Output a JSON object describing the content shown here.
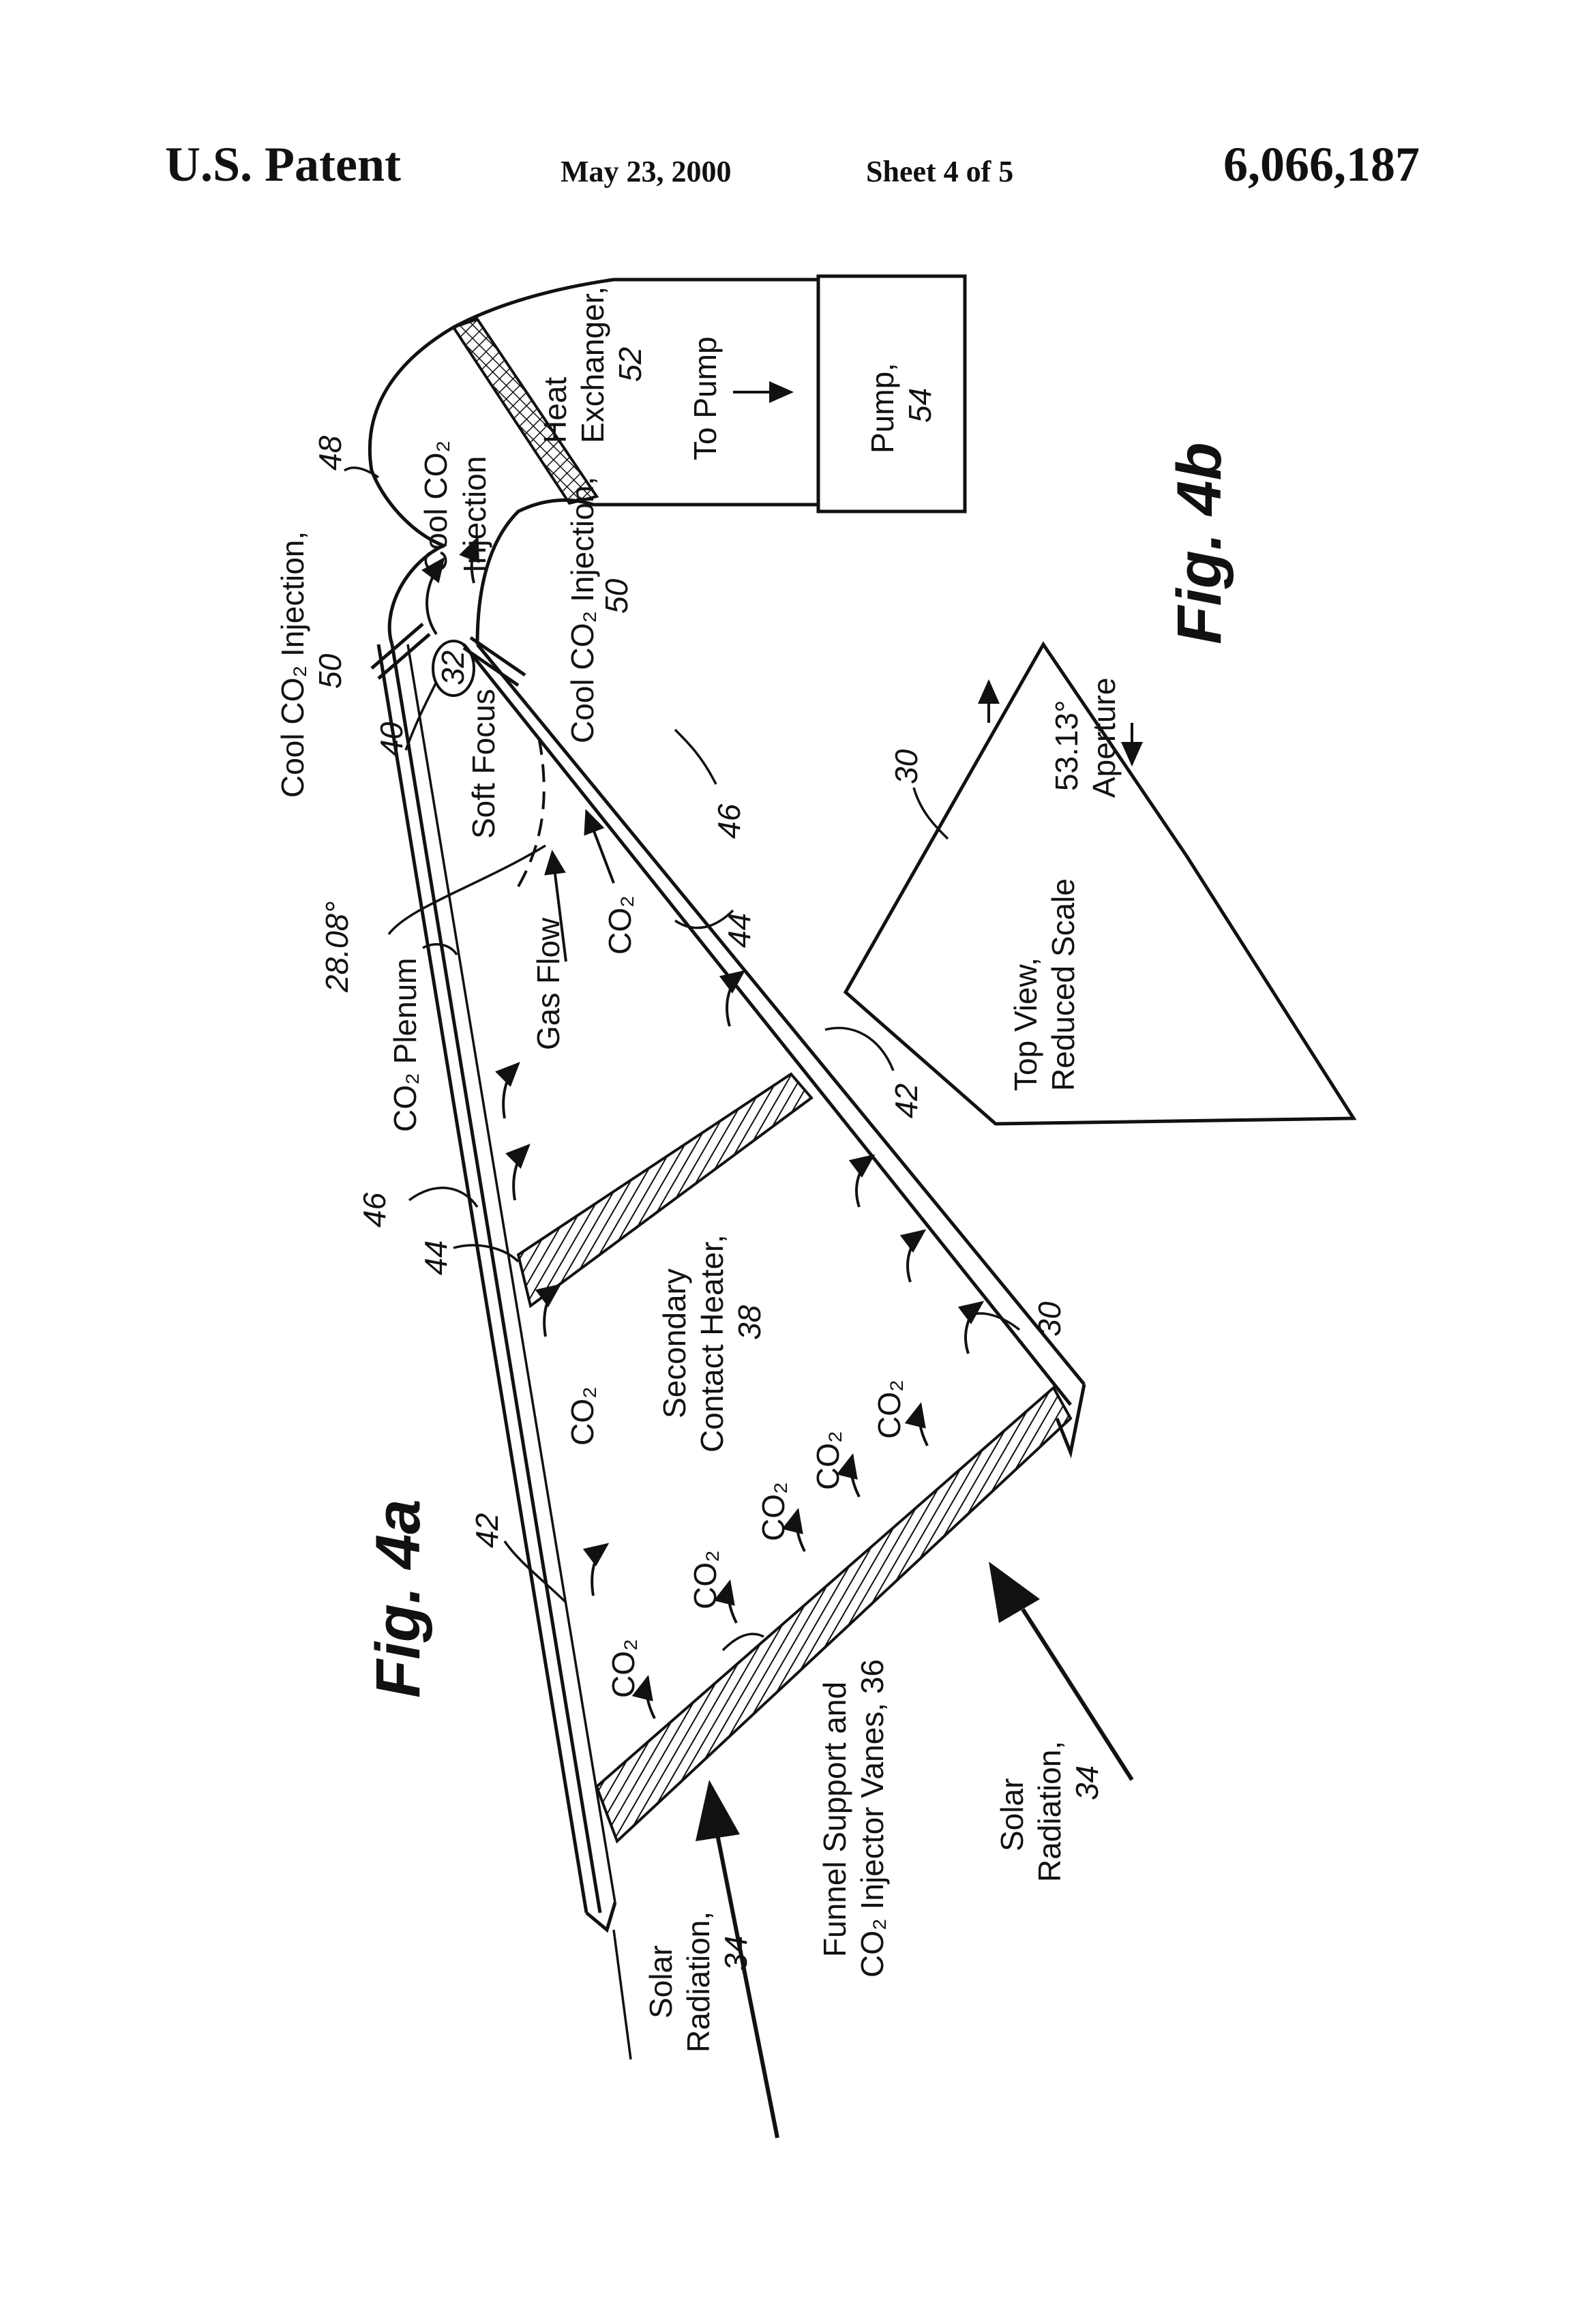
{
  "header": {
    "left": "U.S. Patent",
    "date": "May 23, 2000",
    "sheet": "Sheet 4 of 5",
    "number": "6,066,187"
  },
  "figure": {
    "fig4a": "Fig. 4a",
    "fig4b": "Fig. 4b",
    "labels": {
      "cool_co2_injection": "Cool CO₂ Injection,",
      "cool_co2_injection_center_1": "Cool CO₂",
      "cool_co2_injection_center_2": "Injection",
      "heat_exchanger_1": "Heat",
      "heat_exchanger_2": "Exchanger,",
      "to_pump": "To Pump",
      "pump": "Pump,",
      "soft_focus": "Soft Focus",
      "angle_2808": "28.08°",
      "co2_plenum": "CO₂ Plenum",
      "gas_flow": "Gas Flow",
      "co2": "CO₂",
      "secondary_contact_heater_1": "Secondary",
      "secondary_contact_heater_2": "Contact Heater,",
      "funnel_support_1": "Funnel Support and",
      "funnel_support_2": "CO₂ Injector Vanes, 36",
      "solar_radiation_1": "Solar",
      "solar_radiation_2": "Radiation,",
      "top_view_1": "Top View,",
      "top_view_2": "Reduced Scale",
      "aperture_angle": "53.13°",
      "aperture": "Aperture"
    },
    "refs": {
      "r30": "30",
      "r32": "32",
      "r34": "34",
      "r38": "38",
      "r40": "40",
      "r42": "42",
      "r44": "44",
      "r46": "46",
      "r48": "48",
      "r50": "50",
      "r52": "52",
      "r54": "54"
    }
  }
}
